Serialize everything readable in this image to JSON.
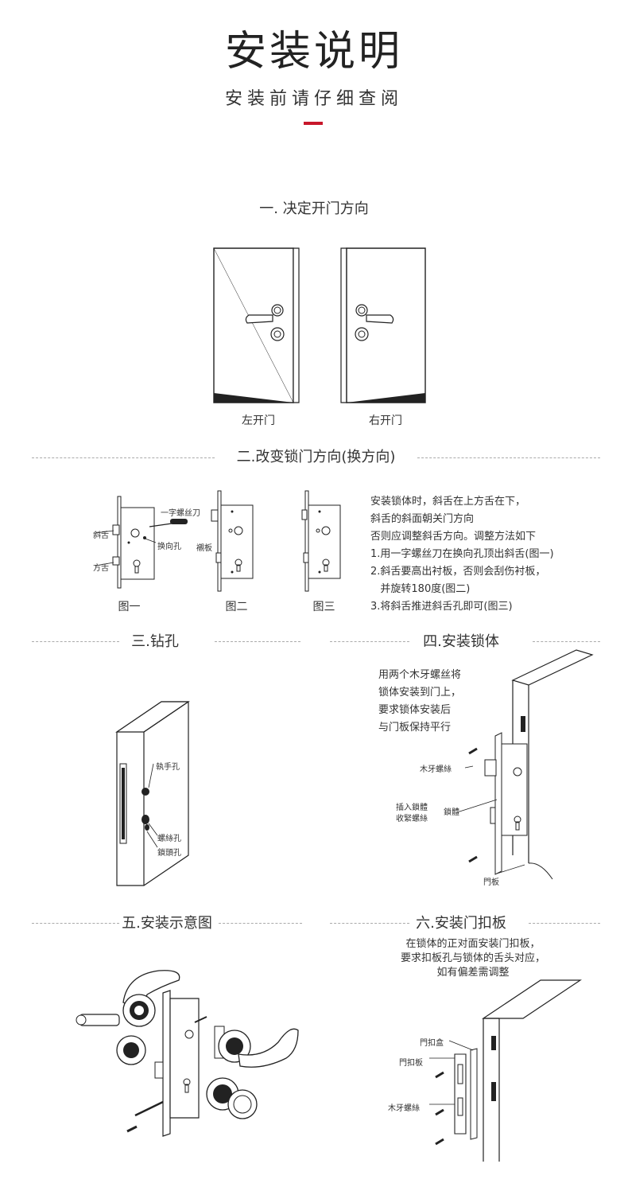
{
  "header": {
    "title": "安装说明",
    "subtitle": "安装前请仔细查阅"
  },
  "section1": {
    "heading": "一. 决定开门方向",
    "left_caption": "左开门",
    "right_caption": "右开门"
  },
  "section2": {
    "heading": "二.改变锁门方向(换方向)",
    "fig1_caption": "图一",
    "fig2_caption": "图二",
    "fig3_caption": "图三",
    "fig1_labels": {
      "screwdriver": "一字螺丝刀",
      "latch": "斜舌",
      "hole": "换向孔",
      "deadbolt": "方舌"
    },
    "fig2_label": "襯板",
    "instructions": [
      "安装锁体时，斜舌在上方舌在下，",
      "斜舌的斜面朝关门方向",
      "否则应调整斜舌方向。调整方法如下",
      "1.用一字螺丝刀在换向孔顶出斜舌(图一)",
      "2.斜舌要高出衬板，否则会刮伤衬板，",
      "   并旋转180度(图二)",
      "3.将斜舌推进斜舌孔即可(图三)"
    ]
  },
  "section3": {
    "heading": "三.钻孔",
    "labels": {
      "handle_hole": "執手孔",
      "screw_hole": "螺絲孔",
      "cylinder_hole": "鎖頭孔"
    }
  },
  "section4": {
    "heading": "四.安装锁体",
    "text": [
      "用两个木牙螺丝将",
      "锁体安装到门上，",
      "要求锁体安装后",
      "与门板保持平行"
    ],
    "labels": {
      "wood_screw": "木牙螺絲",
      "insert": "插入鎖體",
      "tighten": "收緊螺絲",
      "lock_body": "鎖體",
      "door": "門板"
    }
  },
  "section5": {
    "heading": "五.安装示意图"
  },
  "section6": {
    "heading": "六.安装门扣板",
    "text": [
      "在锁体的正对面安装门扣板，",
      "要求扣板孔与锁体的舌头对应，",
      "如有偏差需调整"
    ],
    "labels": {
      "strike_box": "門扣盒",
      "strike_plate": "門扣板",
      "wood_screw": "木牙螺絲"
    }
  },
  "colors": {
    "accent": "#c8172b",
    "line": "#222222",
    "dash": "#aaaaaa"
  }
}
